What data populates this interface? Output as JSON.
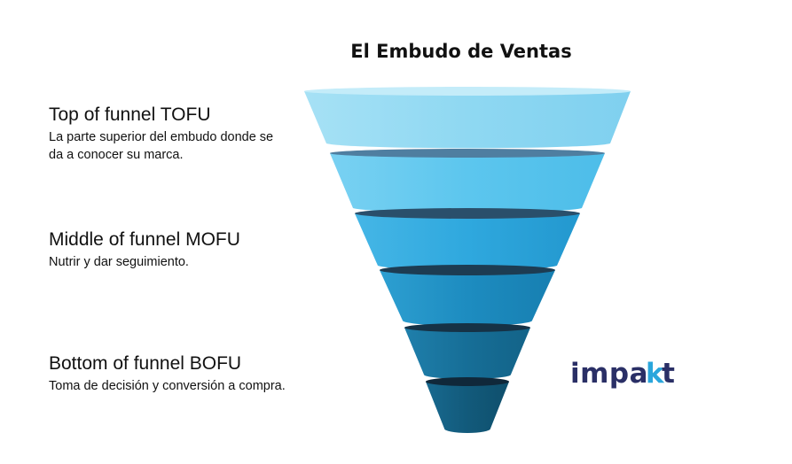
{
  "title": "El Embudo de Ventas",
  "stages": [
    {
      "heading": "Top of funnel TOFU",
      "description": "La parte superior del embudo donde se da a conocer su marca."
    },
    {
      "heading": "Middle of funnel MOFU",
      "description": "Nutrir y dar seguimiento."
    },
    {
      "heading": "Bottom of funnel BOFU",
      "description": "Toma de decisión y conversión a compra."
    }
  ],
  "logo": {
    "prefix": "impa",
    "accent": "k",
    "suffix": "t"
  },
  "colors": {
    "layer1": "#8fd8f2",
    "layer2": "#5cc6ee",
    "layer3": "#2fa8de",
    "layer4": "#1d8cc0",
    "layer5": "#166e97",
    "layer6": "#125a7b",
    "logo_text": "#2a2f66",
    "logo_accent": "#2aa6dc"
  }
}
